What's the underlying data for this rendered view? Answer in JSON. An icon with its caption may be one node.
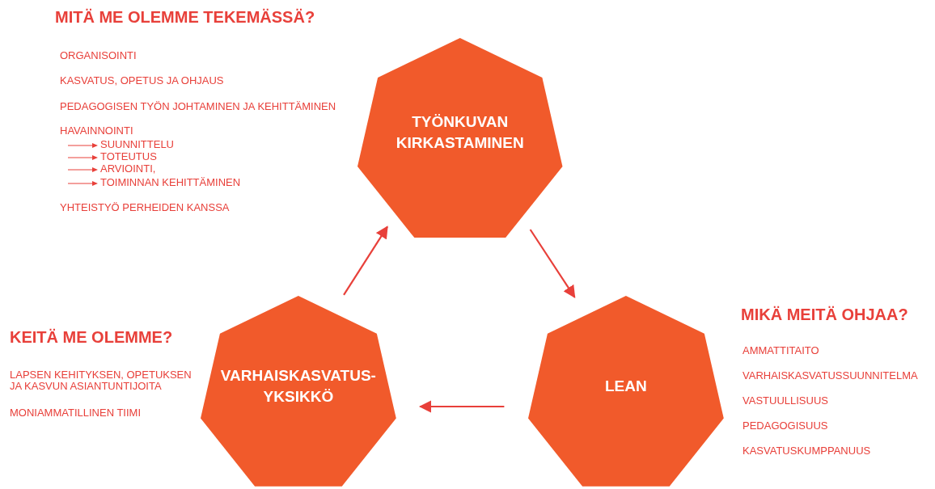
{
  "diagram": {
    "nodes": [
      {
        "text": [
          "TYÖNKUVAN KIRKASTAMINEN"
        ]
      },
      {
        "text": [
          "LEAN"
        ]
      },
      {
        "text": [
          "VARHAISKASVATUS- YKSIKKÖ"
        ]
      }
    ],
    "edges": [
      {
        "from": 2,
        "to": 0,
        "arrow": "to"
      },
      {
        "from": 0,
        "to": 1,
        "arrow": "to"
      },
      {
        "from": 1,
        "to": 2,
        "arrow": "to"
      }
    ],
    "labels": [
      "MITÄ ME OLEMME TEKEMÄSSÄ?",
      "ORGANISOINTI",
      "KASVATUS, OPETUS JA OHJAUS",
      "PEDAGOGISEN TYÖN JOHTAMINEN JA KEHITTÄMINEN",
      "HAVAINNOINTI",
      "SUUNNITTELU",
      "TOTEUTUS",
      "ARVIOINTI,",
      "TOIMINNAN KEHITTÄMINEN",
      "YHTEISTYÖ PERHEIDEN KANSSA",
      "KEITÄ ME OLEMME?",
      "LAPSEN KEHITYKSEN, OPETUKSEN JA KASVUN ASIANTUNTIJOITA",
      "MONIAMMATILLINEN TIIMI",
      "MIKÄ MEITÄ OHJAA?",
      "AMMATTITAITO",
      "VARHAISKASVATUSSUUNNITELMA",
      "VASTUULLISUUS",
      "PEDAGOGISUUS",
      "KASVATUSKUMPPANUUS"
    ]
  }
}
